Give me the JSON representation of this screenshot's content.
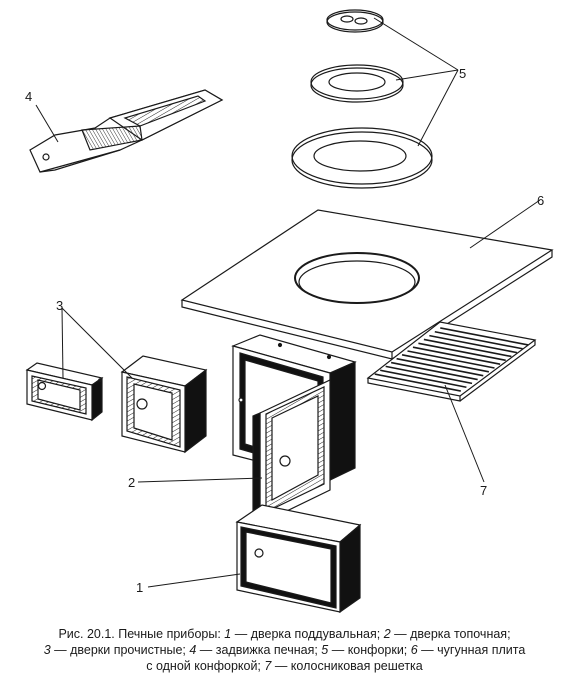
{
  "labels": {
    "l1": "1",
    "l2": "2",
    "l3": "3",
    "l4": "4",
    "l5": "5",
    "l6": "6",
    "l7": "7"
  },
  "caption": {
    "line1_prefix": "Рис. 20.1. Печные приборы: ",
    "n1": "1",
    "t1": " — дверка поддувальная; ",
    "n2": "2",
    "t2": " — дверка топочная;",
    "n3": "3",
    "t3": " — дверки прочистные; ",
    "n4": "4",
    "t4": " — задвижка печная; ",
    "n5": "5",
    "t5": " — конфорки; ",
    "n6": "6",
    "t6": " — чугунная плита",
    "line3_prefix": "с одной конфоркой; ",
    "n7": "7",
    "t7": " — колосниковая решетка"
  }
}
